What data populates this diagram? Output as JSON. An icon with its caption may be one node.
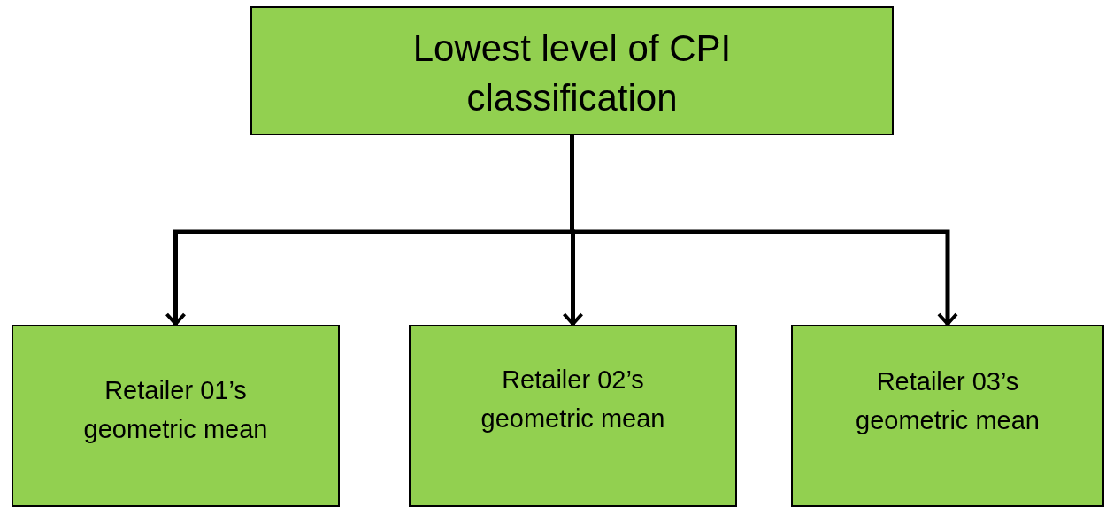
{
  "diagram": {
    "nodes": [
      {
        "text": [
          "Lowest level of CPI classification"
        ]
      },
      {
        "text": [
          "Retailer 01’s geometric mean"
        ]
      },
      {
        "text": [
          "Retailer 02’s geometric mean"
        ]
      },
      {
        "text": [
          "Retailer 03’s geometric mean"
        ]
      }
    ],
    "edges": [
      {
        "from": 0,
        "to": 1,
        "arrow": "to"
      },
      {
        "from": 0,
        "to": 2,
        "arrow": "to"
      },
      {
        "from": 0,
        "to": 3,
        "arrow": "to"
      }
    ]
  }
}
